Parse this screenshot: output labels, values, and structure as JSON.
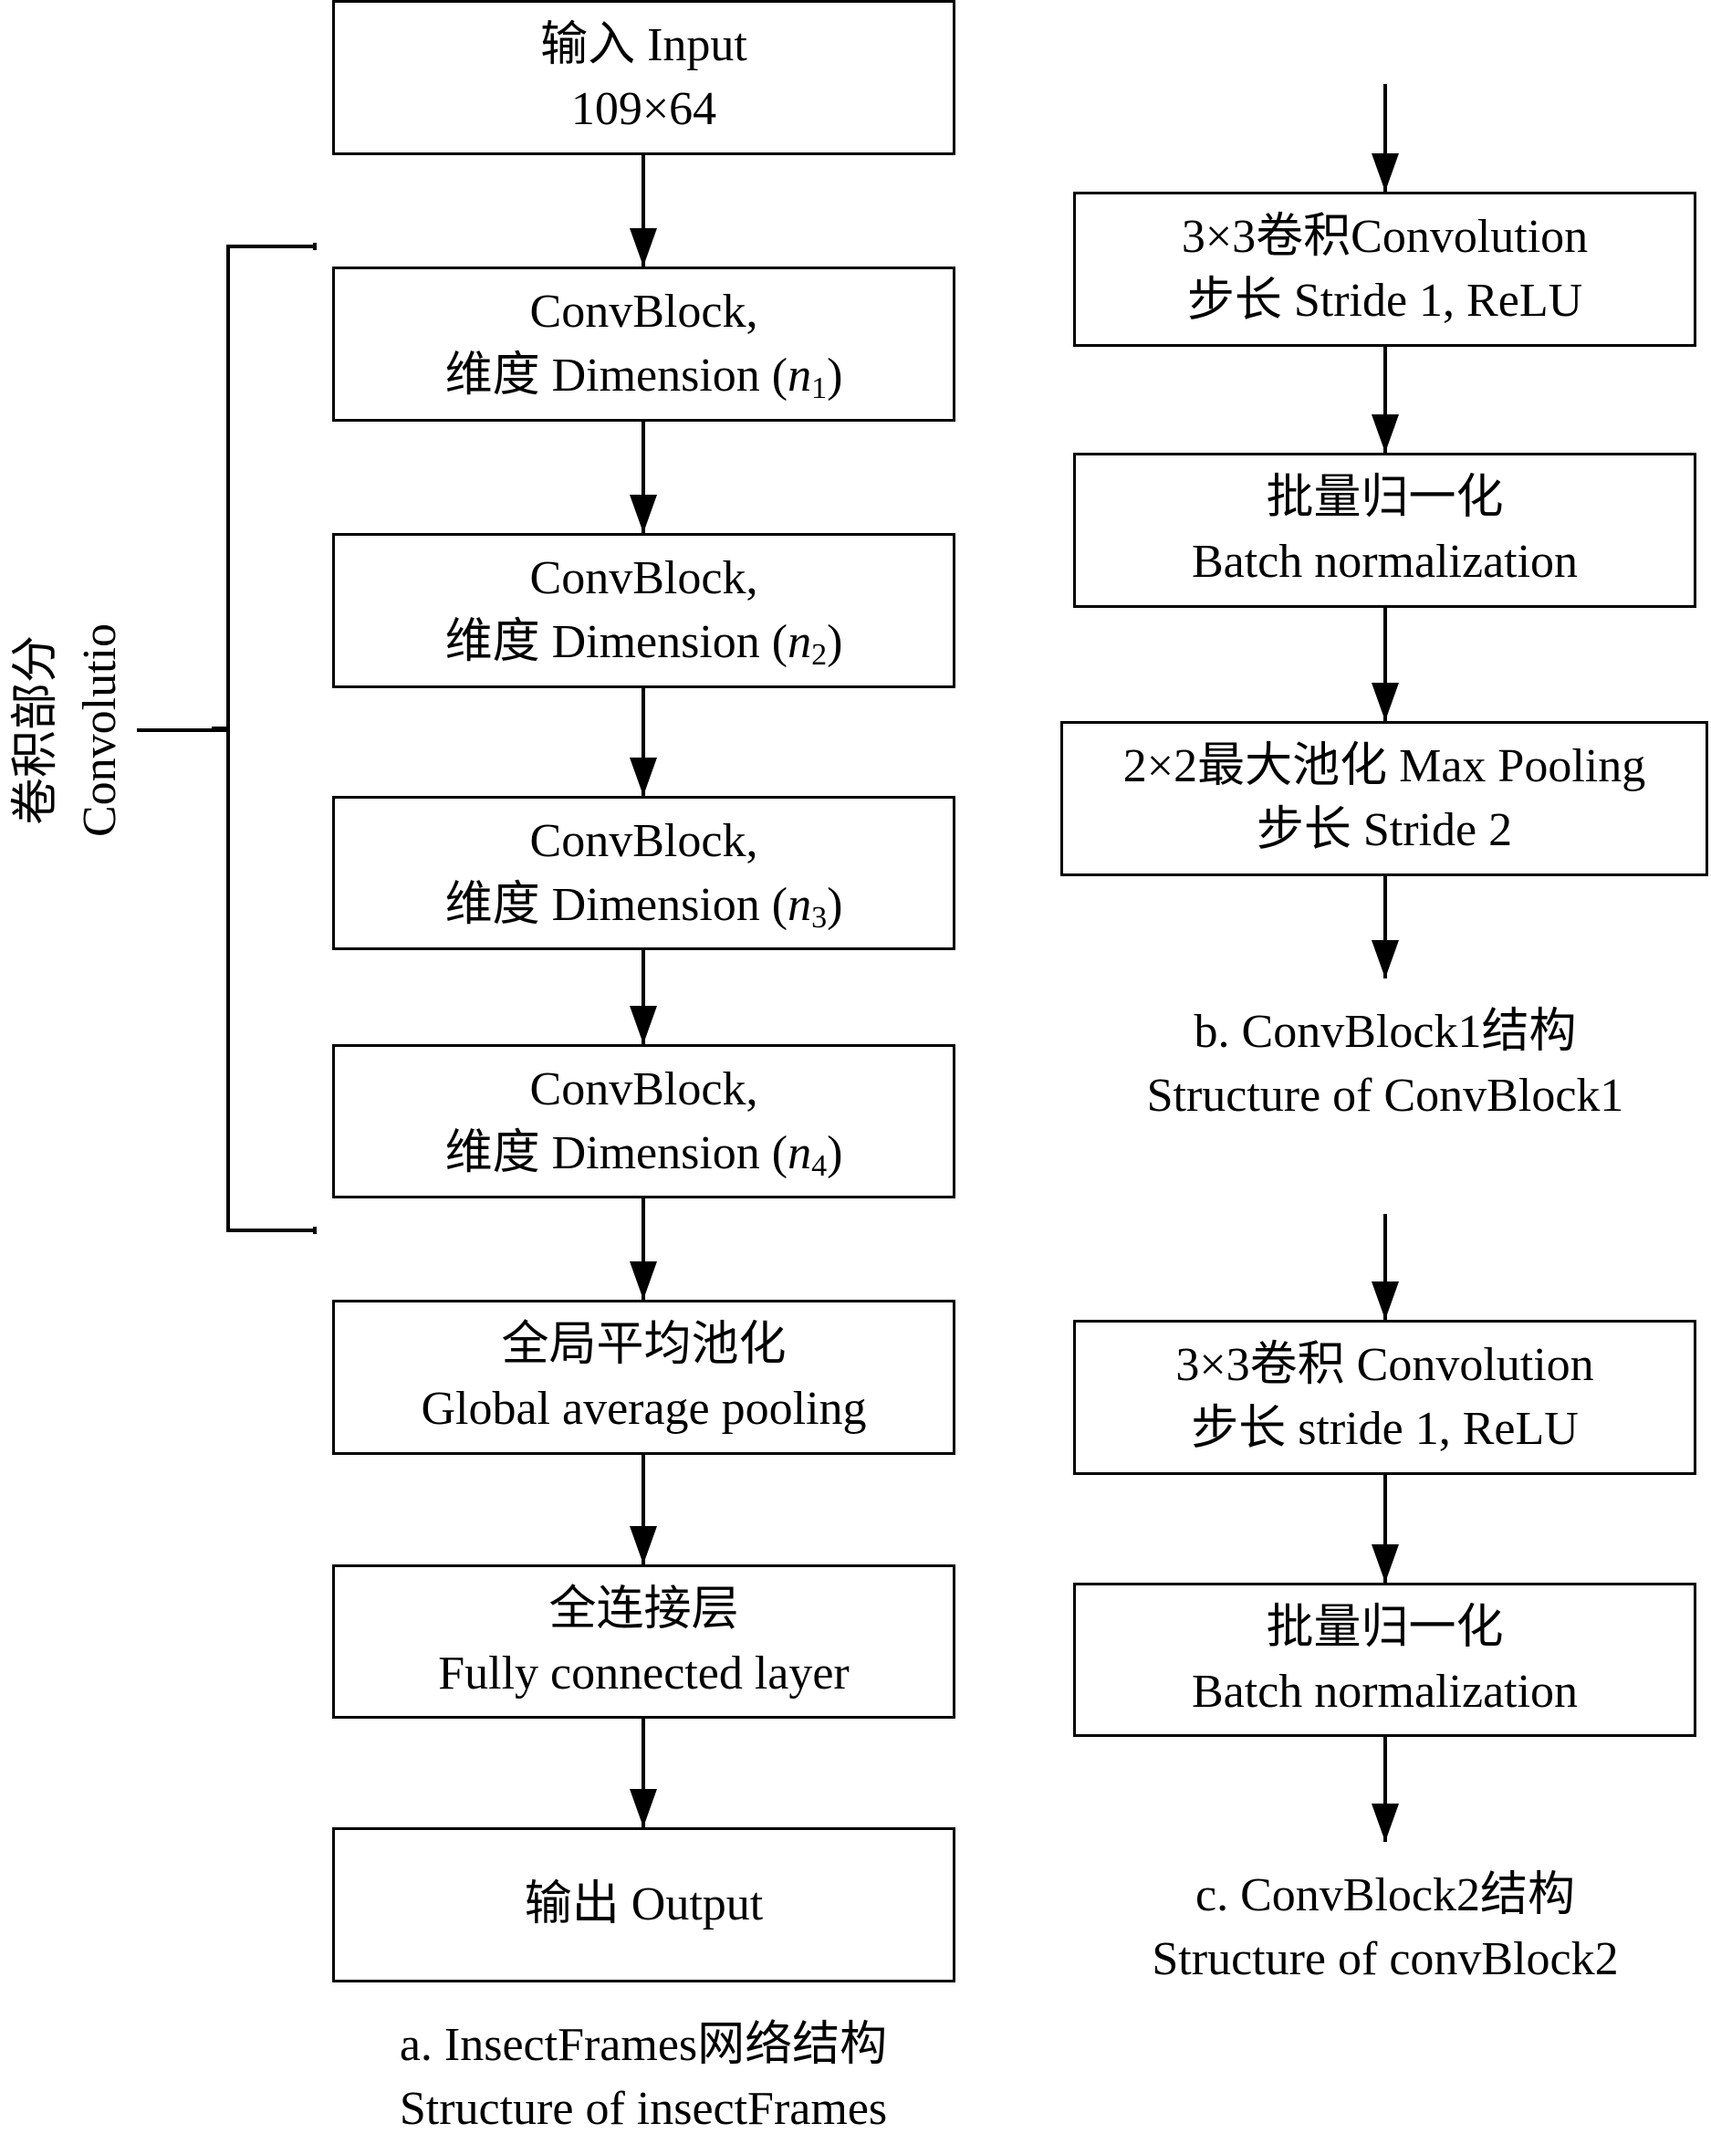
{
  "panel_a": {
    "input": {
      "l1": "输入 Input",
      "l2": "109×64"
    },
    "blocks": [
      {
        "l1": "ConvBlock,",
        "dim_prefix": "维度 Dimension (",
        "var": "n",
        "sub": "1",
        "suffix": ")"
      },
      {
        "l1": "ConvBlock,",
        "dim_prefix": "维度 Dimension (",
        "var": "n",
        "sub": "2",
        "suffix": ")"
      },
      {
        "l1": "ConvBlock,",
        "dim_prefix": "维度 Dimension (",
        "var": "n",
        "sub": "3",
        "suffix": ")"
      },
      {
        "l1": "ConvBlock,",
        "dim_prefix": "维度 Dimension (",
        "var": "n",
        "sub": "4",
        "suffix": ")"
      }
    ],
    "gap": {
      "l1": "全局平均池化",
      "l2": "Global average pooling"
    },
    "fc": {
      "l1": "全连接层",
      "l2": "Fully connected layer"
    },
    "output": {
      "l1": "输出 Output"
    },
    "bracket_label": {
      "l1": "卷积部分",
      "l2": "Convolutio"
    },
    "caption": {
      "l1": "a. InsectFrames网络结构",
      "l2": "Structure of insectFrames"
    }
  },
  "panel_b": {
    "conv": {
      "l1": "3×3卷积Convolution",
      "l2": "步长 Stride 1, ReLU"
    },
    "bn": {
      "l1": "批量归一化",
      "l2": "Batch normalization"
    },
    "pool": {
      "l1": "2×2最大池化 Max Pooling",
      "l2": "步长 Stride 2"
    },
    "caption": {
      "l1": "b. ConvBlock1结构",
      "l2": "Structure of ConvBlock1"
    }
  },
  "panel_c": {
    "conv": {
      "l1": "3×3卷积 Convolution",
      "l2": "步长 stride 1, ReLU"
    },
    "bn": {
      "l1": "批量归一化",
      "l2": "Batch normalization"
    },
    "caption": {
      "l1": "c. ConvBlock2结构",
      "l2": "Structure of convBlock2"
    }
  }
}
